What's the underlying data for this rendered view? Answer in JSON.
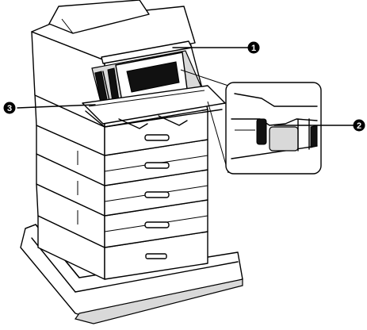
{
  "figure": {
    "callouts": [
      {
        "id": "callout-1",
        "label": "1"
      },
      {
        "id": "callout-2",
        "label": "2"
      },
      {
        "id": "callout-3",
        "label": "3"
      }
    ]
  }
}
